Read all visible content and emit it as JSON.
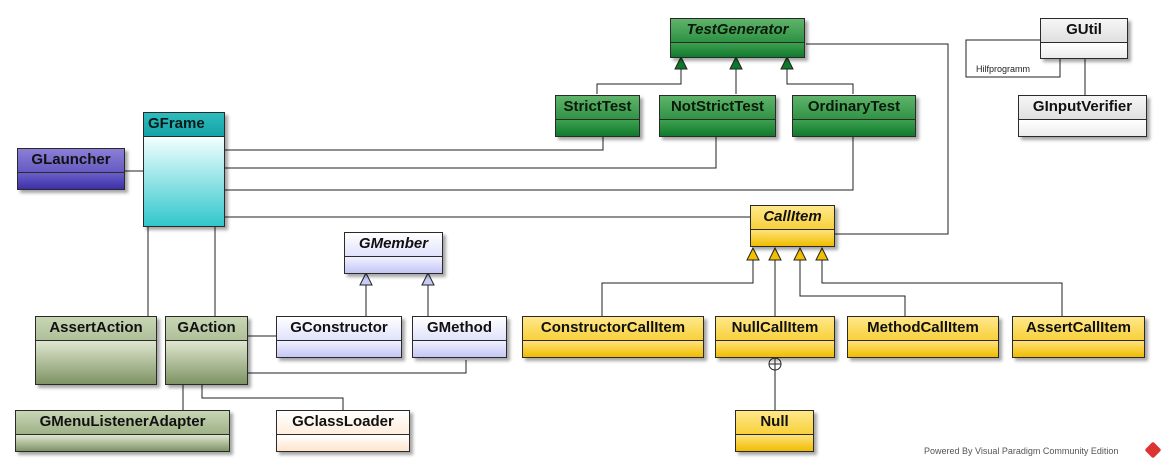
{
  "diagram": {
    "classes": {
      "test_generator": "TestGenerator",
      "strict_test": "StrictTest",
      "not_strict_test": "NotStrictTest",
      "ordinary_test": "OrdinaryTest",
      "gutil": "GUtil",
      "ginput_verifier": "GInputVerifier",
      "gframe": "GFrame",
      "glauncher": "GLauncher",
      "call_item": "CallItem",
      "gmember": "GMember",
      "gconstructor": "GConstructor",
      "gmethod": "GMethod",
      "assert_action": "AssertAction",
      "gaction": "GAction",
      "constructor_call_item": "ConstructorCallItem",
      "null_call_item": "NullCallItem",
      "method_call_item": "MethodCallItem",
      "assert_call_item": "AssertCallItem",
      "null": "Null",
      "gmenu_listener_adapter": "GMenuListenerAdapter",
      "gclass_loader": "GClassLoader"
    },
    "notes": {
      "hilfsprogramm": "Hilfprogramm"
    }
  },
  "footer": {
    "powered_by": "Powered By  Visual Paradigm Community Edition"
  },
  "colors": {
    "green": "#0d7a2a",
    "teal": "#2ac4c8",
    "purple": "#4a3fb2",
    "yellow": "#f2c000",
    "lavender": "#c9ccf7",
    "olive": "#7f9667",
    "peach": "#ffe1c4",
    "gray": "#d0d0d0"
  }
}
